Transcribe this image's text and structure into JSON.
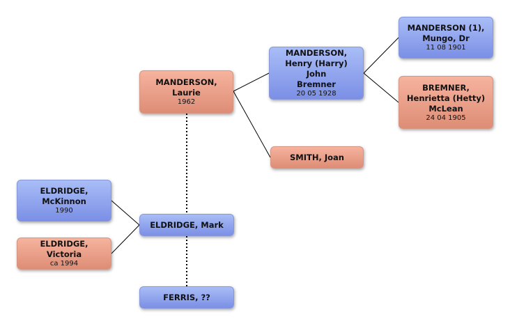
{
  "people": {
    "laurie": {
      "name_line1": "MANDERSON,",
      "name_line2": "Laurie",
      "date": "1962"
    },
    "henry": {
      "name_line1": "MANDERSON,",
      "name_line2": "Henry (Harry) John",
      "name_line3": "Bremner",
      "date": "20 05 1928"
    },
    "mungo": {
      "name_line1": "MANDERSON (1),",
      "name_line2": "Mungo, Dr",
      "date": "11 08 1901"
    },
    "henrietta": {
      "name_line1": "BREMNER,",
      "name_line2": "Henrietta (Hetty)",
      "name_line3": "McLean",
      "date": "24 04 1905"
    },
    "joan": {
      "name_line1": "SMITH, Joan"
    },
    "mckinnon": {
      "name_line1": "ELDRIDGE,",
      "name_line2": "McKinnon",
      "date": "1990"
    },
    "victoria": {
      "name_line1": "ELDRIDGE, Victoria",
      "date": "ca 1994"
    },
    "mark": {
      "name_line1": "ELDRIDGE, Mark"
    },
    "ferris": {
      "name_line1": "FERRIS, ??"
    }
  },
  "colors": {
    "male": "#8fa3ef",
    "female": "#ec9f87",
    "line": "#000000"
  }
}
